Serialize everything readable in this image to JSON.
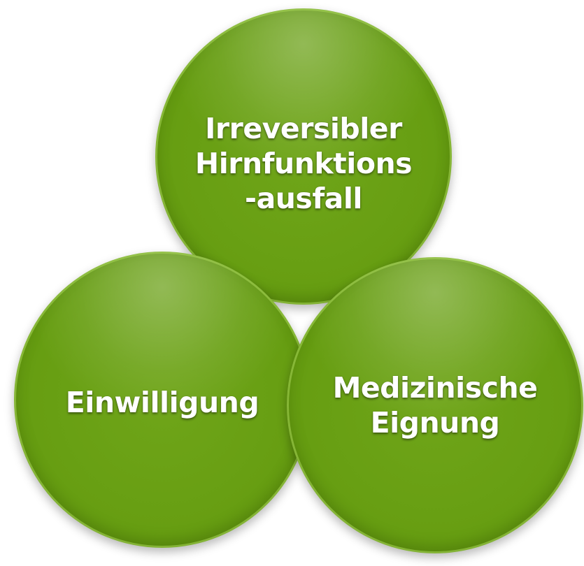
{
  "diagram": {
    "circles": [
      {
        "id": "top",
        "label": "Irreversibler\nHirnfunktions\n-ausfall"
      },
      {
        "id": "left",
        "label": "Einwilligung"
      },
      {
        "id": "right",
        "label": "Medizinische\nEignung"
      }
    ],
    "colors": {
      "fill": "#679e12",
      "rim_highlight": "#9ccd52",
      "text": "#ffffff"
    }
  }
}
